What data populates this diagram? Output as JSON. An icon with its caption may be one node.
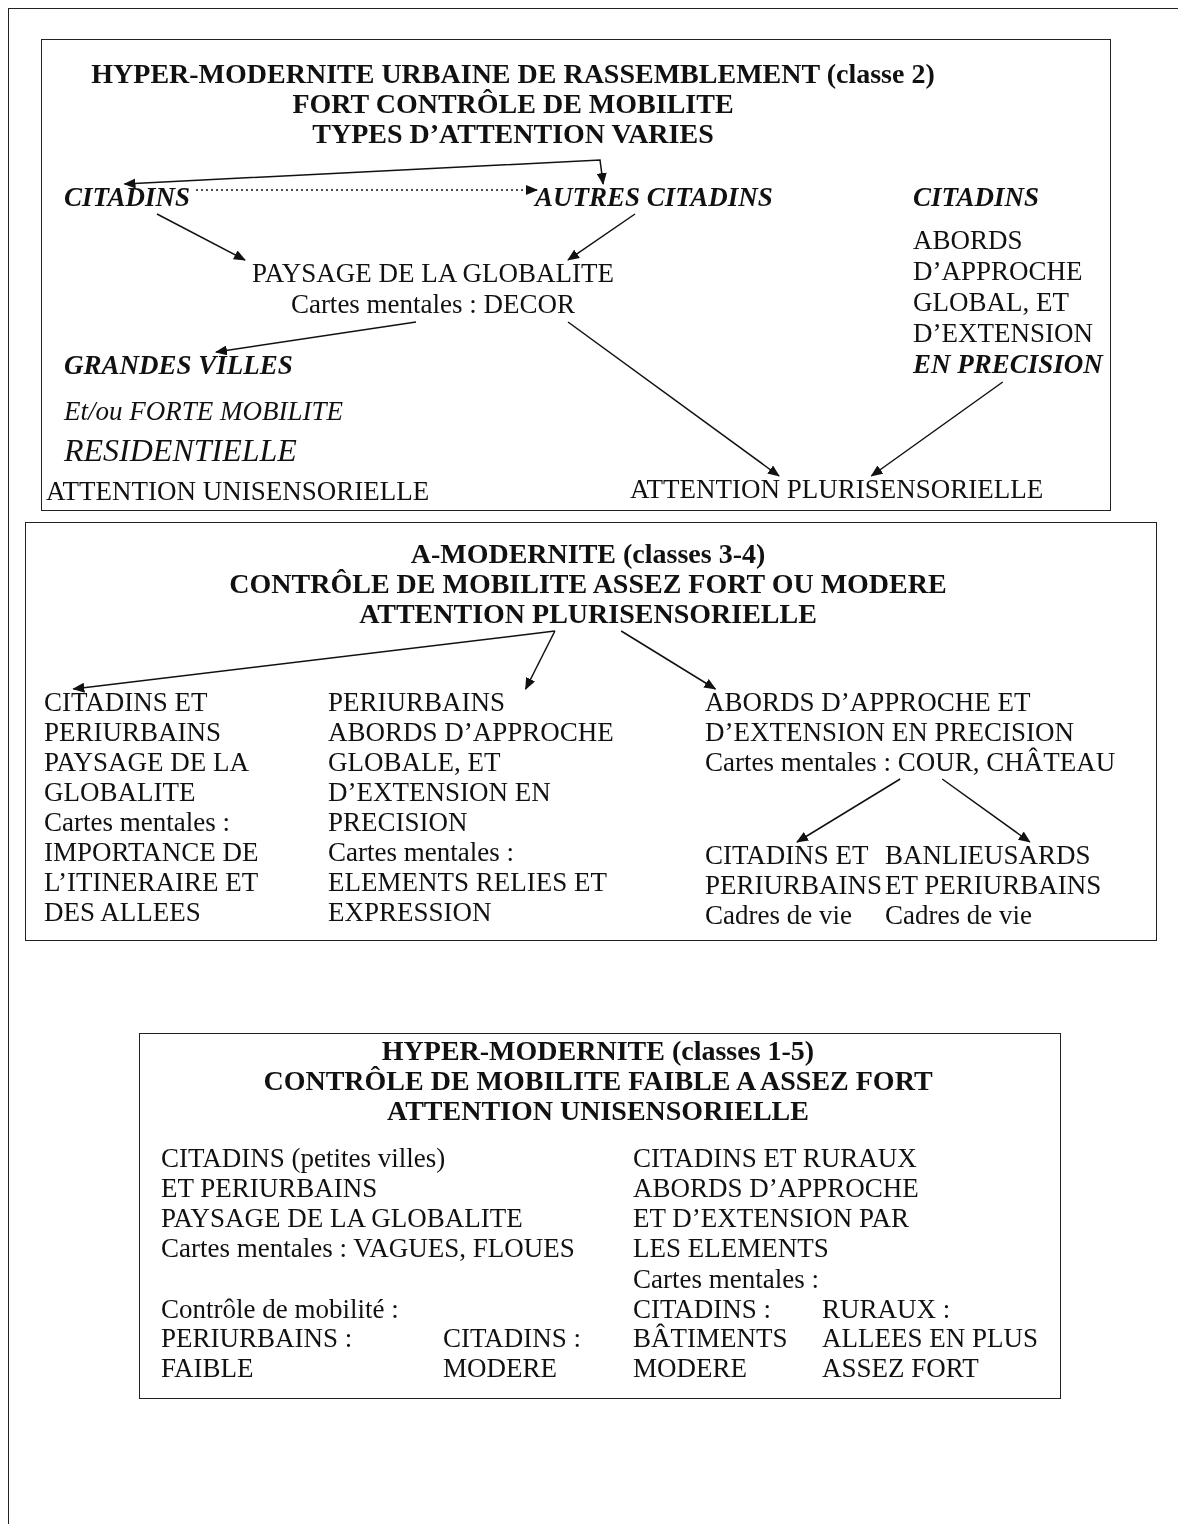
{
  "diagram": {
    "nodes": [
      {
        "text": [],
        "shape": "box"
      },
      {
        "text": [
          "HYPER-MODERNITE URBAINE DE RASSEMBLEMENT (classe 2)",
          "FORT CONTRÔLE DE MOBILITE",
          "TYPES D’ATTENTION VARIES"
        ],
        "in": 0
      },
      {
        "text": [
          "CITADINS"
        ],
        "in": 0
      },
      {
        "text": [
          "AUTRES CITADINS"
        ],
        "in": 0
      },
      {
        "text": [
          "CITADINS",
          "ABORDS D’APPROCHE GLOBAL, ET D’EXTENSION",
          "EN PRECISION"
        ],
        "in": 0
      },
      {
        "text": [
          "PAYSAGE DE LA GLOBALITE",
          "Cartes mentales : DECOR"
        ],
        "in": 0
      },
      {
        "text": [
          "GRANDES VILLES",
          "Et/ou FORTE MOBILITE",
          "RESIDENTIELLE"
        ],
        "in": 0
      },
      {
        "text": [
          "ATTENTION PLURISENSORIELLE"
        ],
        "in": 0
      },
      {
        "text": [],
        "shape": "box"
      },
      {
        "text": [
          "A-MODERNITE (classes 3-4)",
          "CONTRÔLE DE MOBILITE ASSEZ FORT OU MODERE",
          "ATTENTION PLURISENSORIELLE"
        ],
        "in": 8
      },
      {
        "text": [
          "CITADINS ET PERIURBAINS",
          "PAYSAGE DE LA GLOBALITE",
          "Cartes mentales : IMPORTANCE DE L’ITINERAIRE ET DES ALLEES"
        ],
        "in": 8
      },
      {
        "text": [
          "PERIURBAINS",
          "ABORDS D’APPROCHE GLOBALE, ET D’EXTENSION EN PRECISION",
          "Cartes mentales : ELEMENTS RELIES ET EXPRESSION"
        ],
        "in": 8
      },
      {
        "text": [
          "ABORDS D’APPROCHE ET D’EXTENSION EN PRECISION",
          "Cartes mentales : COUR, CHÂTEAU"
        ],
        "in": 8
      },
      {
        "text": [
          "CITADINS ET PERIURBAINS",
          "Cadres de vie"
        ],
        "in": 8
      },
      {
        "text": [
          "BANLIEUSARDS ET PERIURBAINS",
          "Cadres de vie"
        ],
        "in": 8
      },
      {
        "text": [],
        "shape": "box"
      },
      {
        "text": [
          "HYPER-MODERNITE (classes 1-5)",
          "CONTRÔLE DE MOBILITE FAIBLE A ASSEZ FORT",
          "ATTENTION UNISENSORIELLE"
        ],
        "in": 15
      }
    ],
    "edges": [
      {
        "from": 2,
        "to": 3,
        "arrow": "both"
      },
      {
        "from": 2,
        "to": 3,
        "arrow": "to",
        "style": "dashed"
      },
      {
        "from": 2,
        "to": 5,
        "arrow": "to"
      },
      {
        "from": 3,
        "to": 5,
        "arrow": "to"
      },
      {
        "from": 5,
        "to": 6,
        "arrow": "to"
      },
      {
        "from": 5,
        "to": 7,
        "arrow": "to"
      },
      {
        "from": 4,
        "to": 7,
        "arrow": "to"
      },
      {
        "from": 9,
        "to": 10,
        "arrow": "to"
      },
      {
        "from": 9,
        "to": 11,
        "arrow": "to"
      },
      {
        "from": 9,
        "to": 12,
        "arrow": "to"
      },
      {
        "from": 12,
        "to": 13,
        "arrow": "to"
      },
      {
        "from": 12,
        "to": 14,
        "arrow": "to"
      }
    ],
    "labels": [
      "ATTENTION UNISENSORIELLE",
      "CITADINS (petites villes) ET PERIURBAINS",
      "PAYSAGE DE LA GLOBALITE",
      "Cartes mentales : VAGUES, FLOUES",
      "Contrôle de mobilité :",
      "PERIURBAINS :",
      "CITADINS :",
      "FAIBLE",
      "MODERE",
      "CITADINS ET RURAUX",
      "ABORDS D’APPROCHE ET D’EXTENSION PAR LES ELEMENTS",
      "Cartes mentales :",
      "CITADINS :",
      "RURAUX :",
      "BÂTIMENTS",
      "ALLEES EN PLUS",
      "MODERE",
      "ASSEZ FORT"
    ]
  }
}
